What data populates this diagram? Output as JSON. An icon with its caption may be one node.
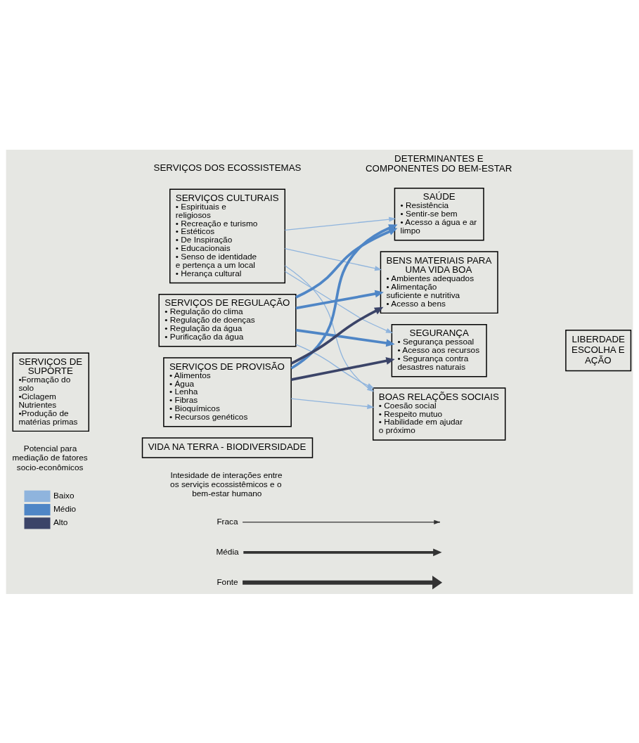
{
  "diagram": {
    "nodes": [
      {
        "text": [
          "SERVIÇOS DE SUPORTE",
          "•Formação do solo",
          "•Ciclagem Nutrientes",
          "•Produção de matérias primas"
        ]
      },
      {
        "text": [
          "SERVIÇOS DE PROVISÃO",
          "• Alimentos",
          "• Água",
          "• Lenha",
          "• Fibras",
          "• Bioquímicos",
          "• Recursos genéticos"
        ]
      },
      {
        "text": [
          "SERVIÇOS DE REGULAÇÃO",
          "• Regulação do clima",
          "• Regulação de doenças",
          "• Regulação da água",
          "• Purificação da água"
        ]
      },
      {
        "text": [
          "SERVIÇOS CULTURAIS",
          "• Espirituais e religiosos",
          "• Recreação e turismo",
          "• Estéticos",
          "• De Inspiração",
          "• Educacionais",
          "• Senso de identidade e pertença a um local",
          "• Herança cultural"
        ]
      },
      {
        "text": [
          "SEGURANÇA",
          "• Segurança pessoal",
          "• Acesso aos recursos",
          "• Segurança contra desastres naturais"
        ]
      },
      {
        "text": [
          "BENS MATERIAIS PARA UMA VIDA BOA",
          "• Ambientes adequados",
          "• Alimentação suficiente e nutritiva",
          "• Acesso a bens"
        ]
      },
      {
        "text": [
          "SAÚDE",
          "• Resistência",
          "• Sentir-se bem",
          "• Acesso a água e ar limpo"
        ]
      },
      {
        "text": [
          "BOAS RELAÇÕES SOCIAIS",
          "• Coesão social",
          "• Respeito mutuo",
          "• Habilidade em ajudar o próximo"
        ]
      },
      {
        "text": [
          "LIBERDADE ESCOLHA E AÇÃO"
        ]
      },
      {
        "text": [
          "VIDA NA TERRA - BIODIVERSIDADE"
        ]
      }
    ],
    "edges": [
      {
        "from": 1,
        "to": 4,
        "arrow": "to",
        "style": "thick",
        "color": "#3b4468"
      },
      {
        "from": 1,
        "to": 5,
        "arrow": "to",
        "style": "thick",
        "color": "#3b4468"
      },
      {
        "from": 1,
        "to": 6,
        "arrow": "to",
        "style": "thick",
        "color": "#4f86c6"
      },
      {
        "from": 1,
        "to": 7,
        "arrow": "to"
      },
      {
        "from": 2,
        "to": 4,
        "arrow": "to",
        "style": "thick",
        "color": "#4f86c6"
      },
      {
        "from": 2,
        "to": 5,
        "arrow": "to",
        "style": "thick",
        "color": "#4f86c6"
      },
      {
        "from": 2,
        "to": 6,
        "arrow": "to",
        "style": "thick",
        "color": "#4f86c6"
      },
      {
        "from": 2,
        "to": 7,
        "arrow": "to"
      },
      {
        "from": 3,
        "to": 4,
        "arrow": "to"
      },
      {
        "from": 3,
        "to": 5,
        "arrow": "to"
      },
      {
        "from": 3,
        "to": 6,
        "arrow": "to"
      },
      {
        "from": 3,
        "to": 7,
        "arrow": "to"
      }
    ],
    "labels": [
      "SERVIÇOS DOS ECOSSISTEMAS",
      "DETERMINANTES E COMPONENTES DO BEM-ESTAR",
      "Potencial para mediação de fatores socio-econômicos",
      "Intesidade de interações entre os serviçis ecossistêmicos e o bem-estar humano"
    ],
    "legend": [
      {
        "text": "Baixo",
        "color": "#8fb4dd"
      },
      {
        "text": "Médio",
        "color": "#4f86c6"
      },
      {
        "text": "Alto",
        "color": "#3b4468"
      },
      {
        "text": "Fraca"
      },
      {
        "text": "Média"
      },
      {
        "text": "Fonte"
      }
    ]
  }
}
